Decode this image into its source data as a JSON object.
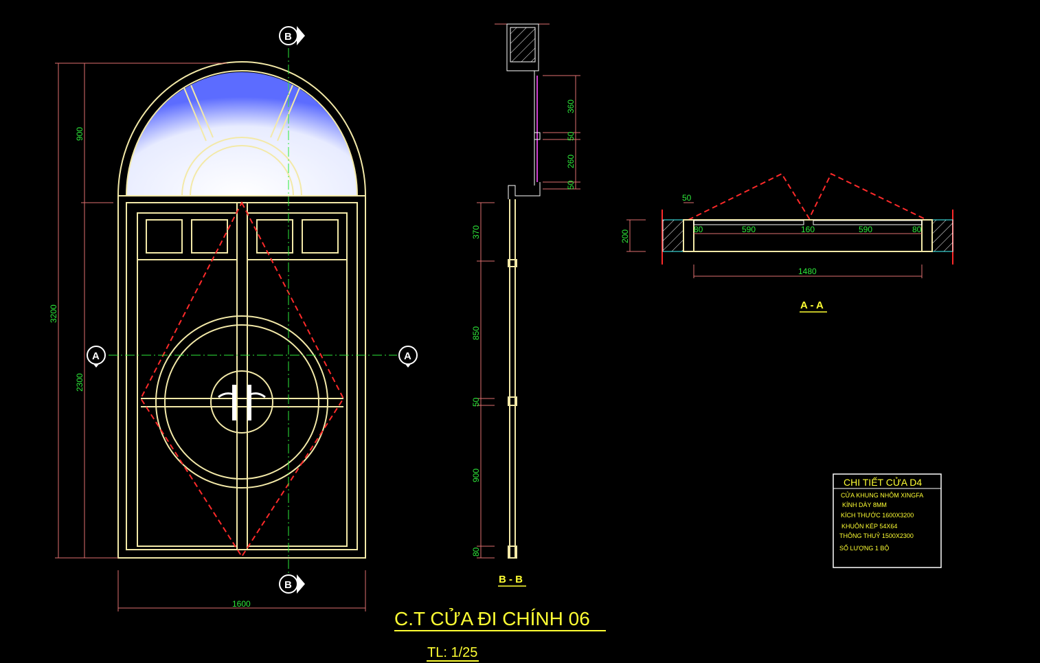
{
  "title": "C.T CỬA ĐI CHÍNH 06",
  "scale": "TL: 1/25",
  "section_markers": {
    "a": "A",
    "b": "B"
  },
  "elevation": {
    "dims": {
      "total_height": "3200",
      "transom_height": "900",
      "door_height": "2300",
      "width": "1600"
    }
  },
  "section_bb": {
    "label": "B - B",
    "dims_upper": [
      "360",
      "50",
      "260",
      "50"
    ],
    "dims_lower": [
      "370",
      "850",
      "50",
      "900",
      "80"
    ]
  },
  "section_aa": {
    "label": "A - A",
    "dims": {
      "wall": "50",
      "depth": "200",
      "frame_left": "80",
      "leaf_left": "590",
      "mullion": "160",
      "leaf_right": "590",
      "frame_right": "80",
      "total": "1480"
    }
  },
  "spec_box": {
    "title": "CHI TIẾT CỬA D4",
    "lines": [
      "CỬA KHUNG NHÔM XINGFA",
      "KÍNH DÀY 8MM",
      "KÍCH THƯỚC 1600X3200",
      "KHUÔN KÉP 54X64",
      "THÔNG THUỶ 1500X2300",
      "SỐ LƯỢNG 1 BỘ"
    ]
  },
  "colors": {
    "background": "#000000",
    "frame": "#f3e9a8",
    "dimension_text": "#2eea3a",
    "hidden_line": "#ff2a2a",
    "label": "#ffff33"
  }
}
